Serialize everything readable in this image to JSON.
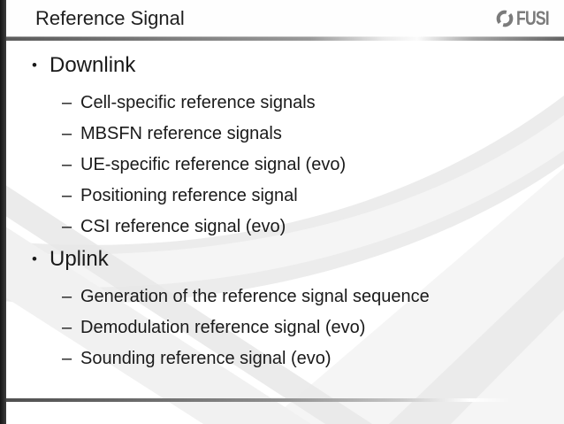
{
  "slide": {
    "title": "Reference Signal",
    "logo_text": "FUSI",
    "bullets": {
      "level1_glyph": "•",
      "level2_glyph": "–"
    },
    "sections": [
      {
        "heading": "Downlink",
        "items": [
          "Cell-specific reference signals",
          "MBSFN reference signals",
          "UE-specific reference signal (evo)",
          "Positioning reference signal",
          "CSI reference signal (evo)"
        ]
      },
      {
        "heading": "Uplink",
        "items": [
          "Generation of the reference signal sequence",
          "Demodulation reference signal (evo)",
          "Sounding reference signal (evo)"
        ]
      }
    ],
    "colors": {
      "background": "#ffffff",
      "text": "#1a1a1a",
      "side_bar": "#1d1d1d",
      "divider_gray": "#7d7d7d",
      "logo_gray": "#7b7b7b",
      "swoosh_gray": "#ebebeb"
    }
  }
}
